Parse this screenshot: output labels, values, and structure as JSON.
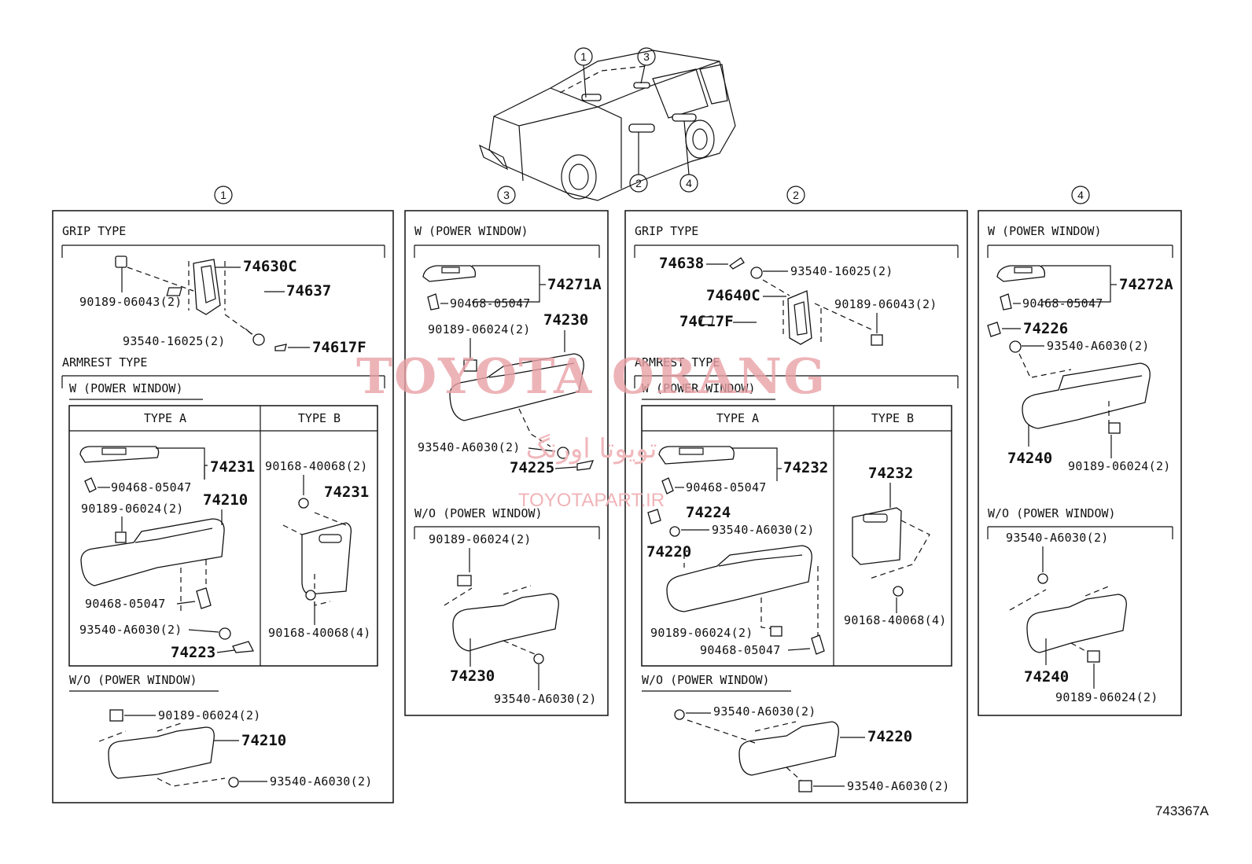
{
  "callouts": [
    "1",
    "2",
    "3",
    "4"
  ],
  "watermark": {
    "brand": "TOYOTA ORANG",
    "fa": "تویوتا اورنگ",
    "site": "TOYOTAPART.IR",
    "color": "#e9a2a7"
  },
  "drawing_code": "743367A",
  "panel1": {
    "callout": "1",
    "grip_type": "GRIP  TYPE",
    "armrest_type": "ARMREST  TYPE",
    "w_power": "W (POWER  WINDOW)",
    "type_a": "TYPE  A",
    "type_b": "TYPE  B",
    "wo_power": "W/O (POWER  WINDOW)",
    "labels": {
      "p74630c": "74630C",
      "p74637": "74637",
      "p90189_06043_2": "90189-06043(2)",
      "p93540_16025_2": "93540-16025(2)",
      "p74617f": "74617F",
      "p74231a": "74231",
      "p90468_05047a": "90468-05047",
      "p90189_06024_2a": "90189-06024(2)",
      "p74210a": "74210",
      "p90468_05047b": "90468-05047",
      "p93540_a6030_2a": "93540-A6030(2)",
      "p74223": "74223",
      "p90168_40068_2": "90168-40068(2)",
      "p74231b": "74231",
      "p90168_40068_4": "90168-40068(4)",
      "p90189_06024_2b": "90189-06024(2)",
      "p74210b": "74210",
      "p93540_a6030_2b": "93540-A6030(2)"
    }
  },
  "panel3": {
    "callout": "3",
    "w_power": "W (POWER  WINDOW)",
    "wo_power": "W/O (POWER  WINDOW)",
    "labels": {
      "p74271a": "74271A",
      "p90468_05047": "90468-05047",
      "p90189_06024_2a": "90189-06024(2)",
      "p74230a": "74230",
      "p93540_a6030_2a": "93540-A6030(2)",
      "p74225": "74225",
      "p90189_06024_2b": "90189-06024(2)",
      "p74230b": "74230",
      "p93540_a6030_2b": "93540-A6030(2)"
    }
  },
  "panel2": {
    "callout": "2",
    "grip_type": "GRIP  TYPE",
    "armrest_type": "ARMREST  TYPE",
    "w_power": "W (POWER  WINDOW)",
    "type_a": "TYPE  A",
    "type_b": "TYPE  B",
    "wo_power": "W/O (POWER  WINDOW)",
    "labels": {
      "p74638": "74638",
      "p93540_16025_2": "93540-16025(2)",
      "p74640c": "74640C",
      "p90189_06043_2": "90189-06043(2)",
      "p74617f": "74617F",
      "p74232a": "74232",
      "p90468_05047a": "90468-05047",
      "p74224": "74224",
      "p93540_a6030_2a": "93540-A6030(2)",
      "p74220a": "74220",
      "p90189_06024_2": "90189-06024(2)",
      "p90468_05047b": "90468-05047",
      "p74232b": "74232",
      "p90168_40068_4": "90168-40068(4)",
      "p93540_a6030_2b": "93540-A6030(2)",
      "p74220b": "74220",
      "p93540_a6030_2c": "93540-A6030(2)"
    }
  },
  "panel4": {
    "callout": "4",
    "w_power": "W (POWER  WINDOW)",
    "wo_power": "W/O (POWER  WINDOW)",
    "labels": {
      "p74272a": "74272A",
      "p90468_05047": "90468-05047",
      "p74226": "74226",
      "p93540_a6030_2a": "93540-A6030(2)",
      "p74240a": "74240",
      "p90189_06024_2a": "90189-06024(2)",
      "p93540_a6030_2b": "93540-A6030(2)",
      "p74240b": "74240",
      "p90189_06024_2b": "90189-06024(2)"
    }
  }
}
